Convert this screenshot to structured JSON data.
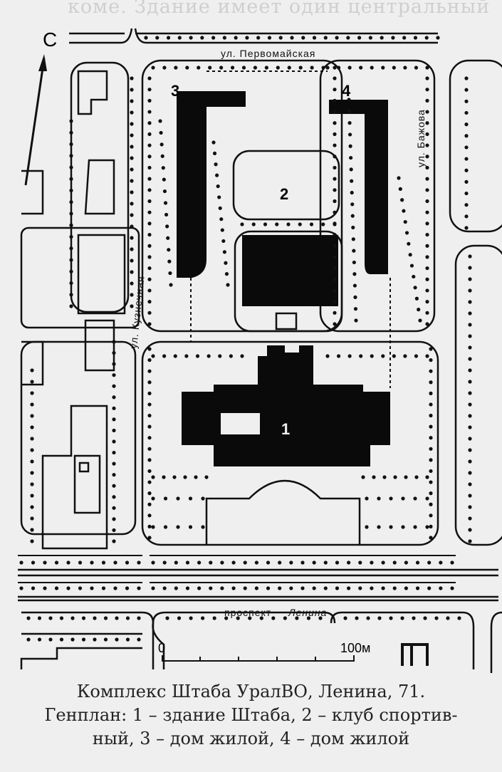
{
  "ghost_text": "коме. Здание имеет один центральный",
  "north_label": "С",
  "streets": {
    "pervomayskaya": "ул. Первомайская",
    "bazhova": "ул. Бажова",
    "kuznechnaya": "ул. Кузнечная",
    "prospekt": "проспект",
    "lenina": "Ленина"
  },
  "building_numbers": [
    "1",
    "2",
    "3",
    "4"
  ],
  "scale": {
    "start": "0",
    "end": "100м"
  },
  "caption": {
    "line1": "Комплекс Штаба УралВО, Ленина, 71.",
    "line2": "Генплан: 1 – здание Штаба, 2 – клуб спортив-",
    "line3": "ный, 3 – дом жилой, 4 – дом жилой"
  }
}
